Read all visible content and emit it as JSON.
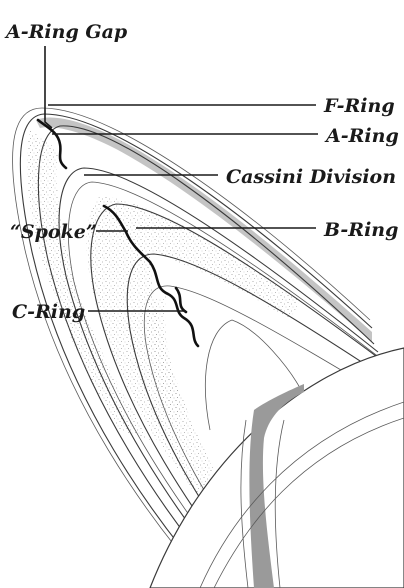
{
  "labels": {
    "a_ring_gap": "A-Ring Gap",
    "f_ring": "F-Ring",
    "a_ring": "A-Ring",
    "cassini_division": "Cassini Division",
    "spoke": "“Spoke”",
    "b_ring": "B-Ring",
    "c_ring": "C-Ring"
  },
  "colors": {
    "ring_band": "#a8a8a8",
    "planet_band": "#9a9a9a",
    "stipple": "#8c8c8c",
    "ink": "#1a1a1a"
  }
}
